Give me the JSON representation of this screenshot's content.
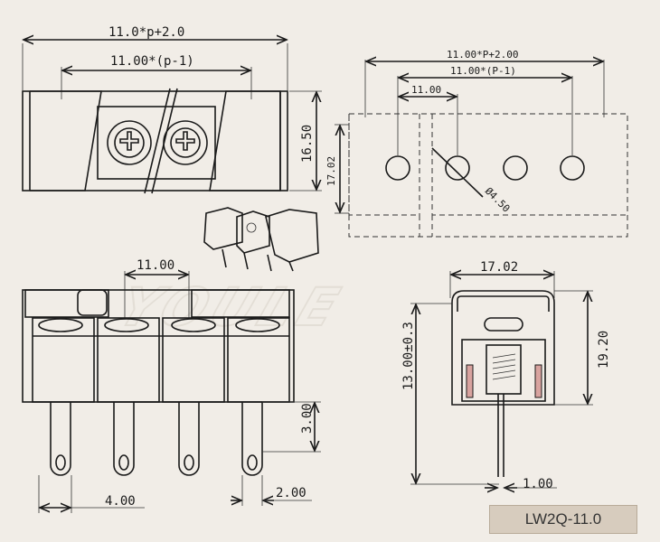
{
  "dimensions": {
    "top_total": "11.0*p+2.0",
    "top_pitch": "11.00*(p-1)",
    "top_height": "16.50",
    "front_pitch": "11.00",
    "front_pin_length": "3.00",
    "front_pin_pitch": "4.00",
    "front_pin_width": "2.00",
    "side_width": "17.02",
    "side_height": "19.20",
    "side_tolerance": "13.00±0.3",
    "side_pin_width": "1.00",
    "pcb_total": "11.00*P+2.00",
    "pcb_pitch": "11.00*(P-1)",
    "pcb_spacing": "11.00",
    "pcb_height": "17.02",
    "pcb_hole": "Ø4.50"
  },
  "watermark": "YOULE",
  "part_number": "LW2Q-11.0"
}
